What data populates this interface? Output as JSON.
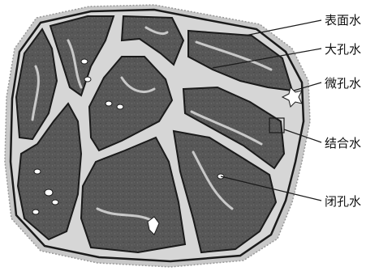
{
  "figure": {
    "labels": {
      "surface_water": "表面水",
      "macropore_water": "大孔水",
      "micropore_water": "微孔水",
      "bound_water": "结合水",
      "closed_pore_water": "闭孔水"
    }
  },
  "colors": {
    "aggregate_fill": "#575757",
    "crack_fill": "#d6d6d6",
    "water_film": "#c8c8c8",
    "outline": "#1a1a1a",
    "pore_white": "#ffffff"
  }
}
